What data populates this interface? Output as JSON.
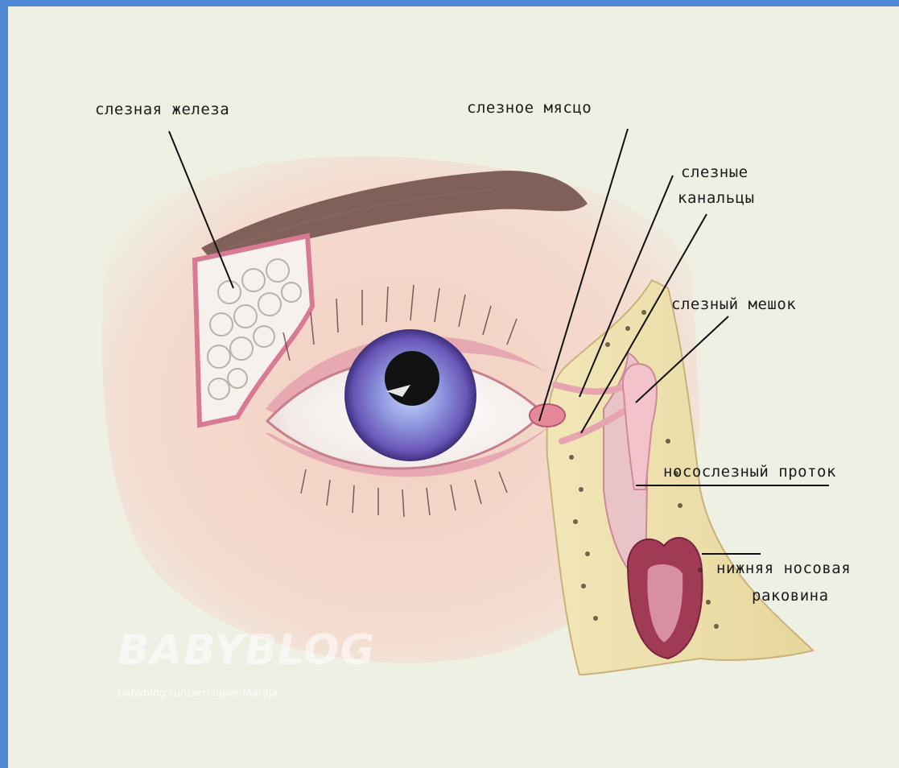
{
  "labels": {
    "lacrimal_gland": "слезная железа",
    "caruncle": "слезное мясцо",
    "canaliculi_line1": "слезные",
    "canaliculi_line2": "канальцы",
    "lacrimal_sac": "слезный мешок",
    "nasolacrimal_duct": "носослезный проток",
    "inferior_turbinate_line1": "нижняя носовая",
    "inferior_turbinate_line2": "раковина"
  },
  "watermark": {
    "logo": "BABYBLOG",
    "url": "babyblog.ru/user/super-Mataja"
  },
  "colors": {
    "page_border": "#4f86d6",
    "background": "#eef0e4",
    "skin": "#f3d6c9",
    "gland_outline": "#d87a94",
    "iris": "#7d6fd0",
    "leader_lines": "#111111"
  }
}
